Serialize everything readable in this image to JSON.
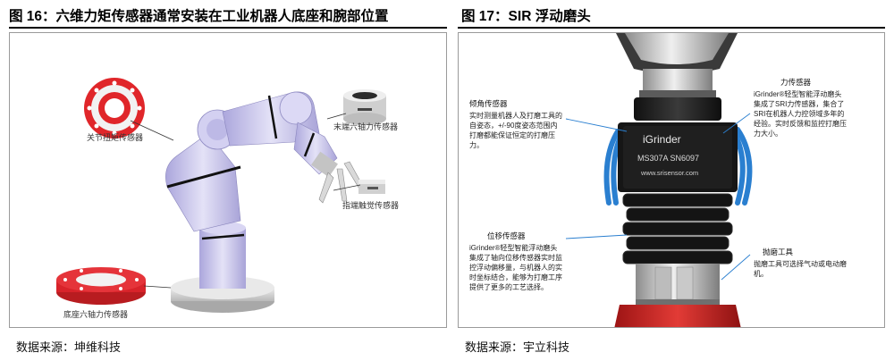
{
  "left_figure": {
    "title": "图 16：六维力矩传感器通常安装在工业机器人底座和腕部位置",
    "labels": {
      "joint_sensor": "关节扭矩传感器",
      "end_sensor": "末端六轴力传感器",
      "tactile_sensor": "指端触觉传感器",
      "base_sensor": "底座六轴力传感器"
    },
    "source": "数据来源：坤维科技"
  },
  "right_figure": {
    "title": "图 17：SIR 浮动磨头",
    "device": {
      "brand": "iGrinder",
      "model": "MS307A SN6097",
      "url": "www.srisensor.com"
    },
    "notes": {
      "tilt": {
        "heading": "倾角传感器",
        "text": "实时测量机器人及打磨工具的自姿态，+/-90度姿态范围内打磨都能保证恒定的打磨压力。"
      },
      "force": {
        "heading": "力传感器",
        "text": "iGrinder®轻型智能浮动磨头集成了SRI力传感器，集合了SRI在机器人力控领域多年的经验。实时反馈和监控打磨压力大小。"
      },
      "position": {
        "heading": "位移传感器",
        "text": "iGrinder®轻型智能浮动磨头集成了轴向位移传感器实时监控浮动偏移量，与机器人的实时坐标结合，能够为打磨工序提供了更多的工艺选择。"
      },
      "tool": {
        "heading": "抛磨工具",
        "text": "抛磨工具可选择气动或电动磨机。"
      }
    },
    "source": "数据来源：宇立科技"
  },
  "colors": {
    "robot_body": "#c9c6ec",
    "flange_red": "#e0262a",
    "cable_blue": "#2a7fd0",
    "sensor_dark": "#1c1c1c"
  }
}
